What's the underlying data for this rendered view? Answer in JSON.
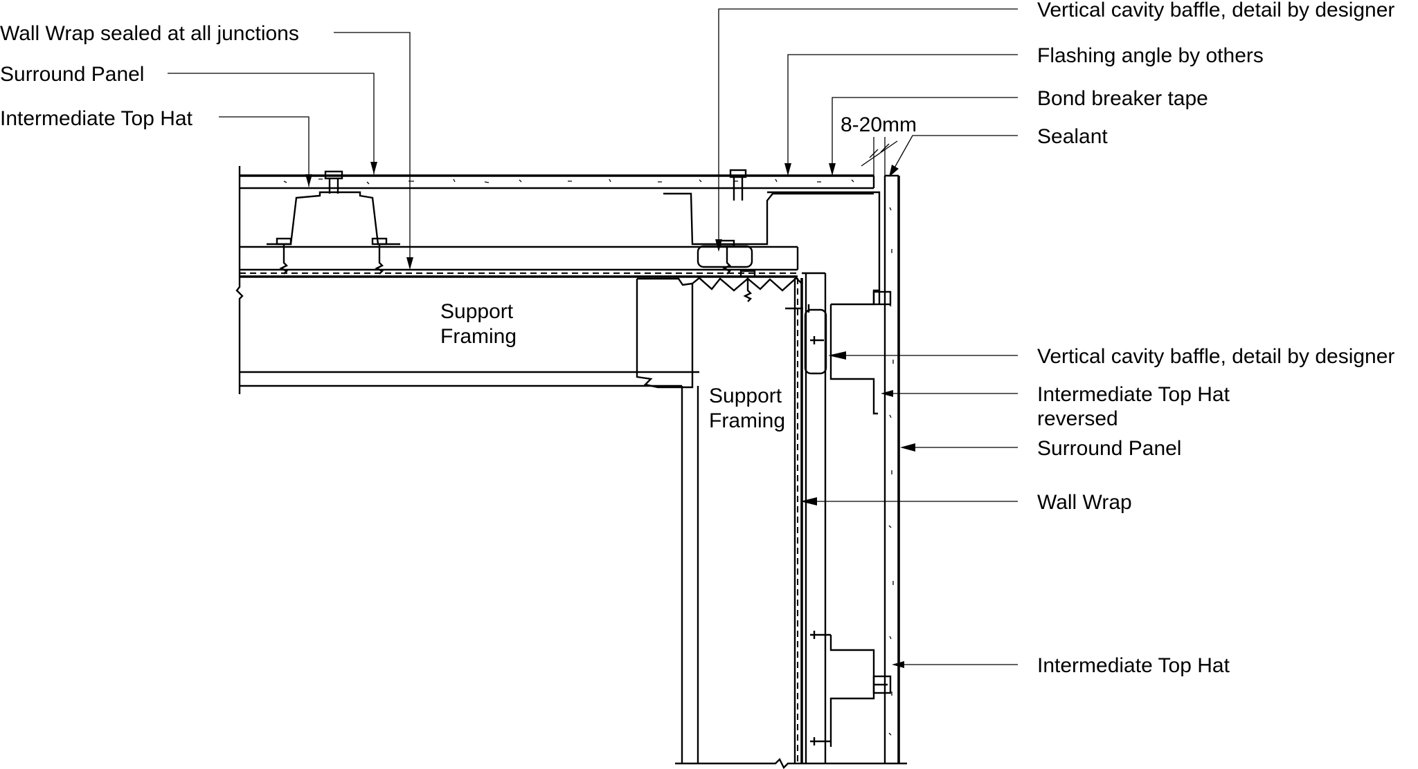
{
  "callouts_left": {
    "wall_wrap_sealed": "Wall Wrap sealed at all junctions",
    "surround_panel": "Surround Panel",
    "intermediate_top_hat": "Intermediate Top Hat"
  },
  "callouts_right": {
    "vertical_cavity_baffle_top": "Vertical cavity baffle, detail by designer",
    "flashing_angle": "Flashing angle by others",
    "bond_breaker_tape": "Bond breaker tape",
    "sealant": "Sealant",
    "vertical_cavity_baffle_side": "Vertical cavity baffle, detail by designer",
    "intermediate_top_hat_reversed_line1": "Intermediate Top Hat",
    "intermediate_top_hat_reversed_line2": "reversed",
    "surround_panel": "Surround Panel",
    "wall_wrap": "Wall Wrap",
    "intermediate_top_hat": "Intermediate Top Hat"
  },
  "dimension": {
    "gap": "8-20mm"
  },
  "framing": {
    "horizontal_line1": "Support",
    "horizontal_line2": "Framing",
    "vertical_line1": "Support",
    "vertical_line2": "Framing"
  }
}
